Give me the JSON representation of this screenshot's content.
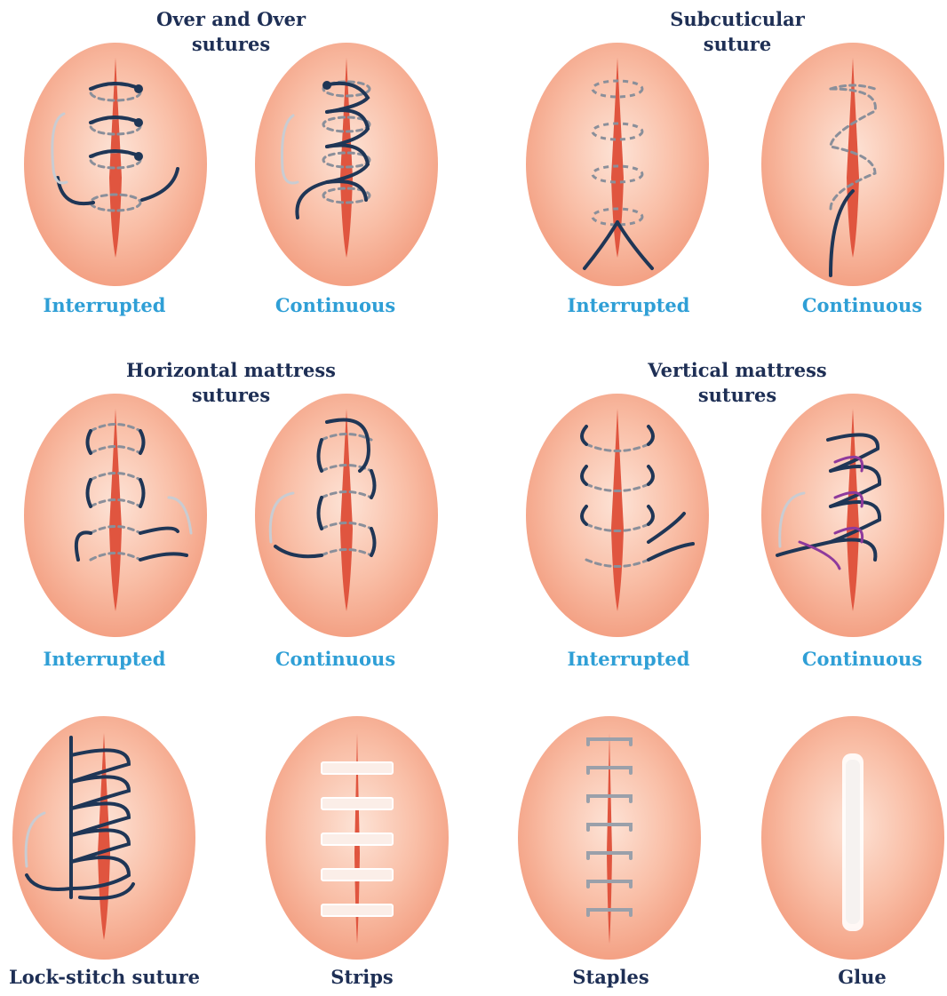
{
  "headings": [
    {
      "id": "over-and-over",
      "lines": [
        "Over and Over",
        "sutures"
      ]
    },
    {
      "id": "subcuticular",
      "lines": [
        "Subcuticular",
        "suture"
      ]
    },
    {
      "id": "horizontal-mattress",
      "lines": [
        "Horizontal mattress",
        "sutures"
      ]
    },
    {
      "id": "vertical-mattress",
      "lines": [
        "Vertical mattress",
        "sutures"
      ]
    }
  ],
  "labels": {
    "r1": [
      "Interrupted",
      "Continuous",
      "Interrupted",
      "Continuous"
    ],
    "r2": [
      "Interrupted",
      "Continuous",
      "Interrupted",
      "Continuous"
    ],
    "r3": [
      "Lock-stitch suture",
      "Strips",
      "Staples",
      "Glue"
    ]
  },
  "colors": {
    "skin_center": "#fde2d4",
    "skin_edge": "#f3a183",
    "wound": "#e0553f",
    "suture": "#1f3656",
    "suture_alt": "#8e3a9c",
    "needle": "#c9ccd2",
    "label_blue": "#2f9fd6",
    "label_dark": "#1e2f55"
  }
}
